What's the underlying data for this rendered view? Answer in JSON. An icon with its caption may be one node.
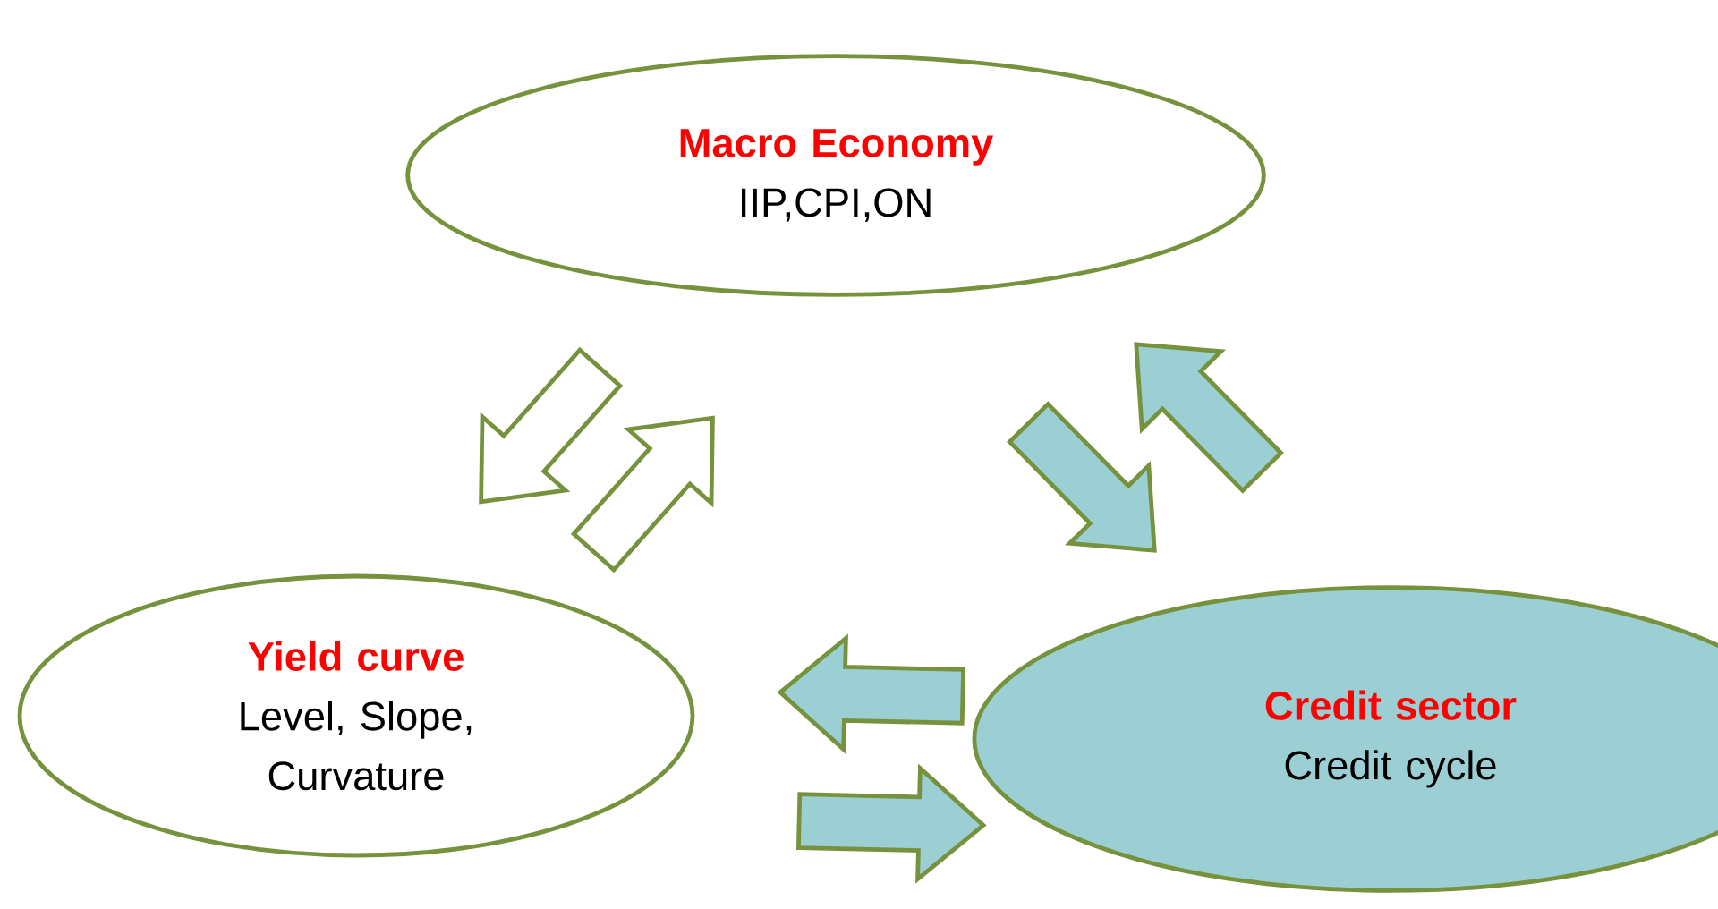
{
  "diagram": {
    "nodes": [
      {
        "text": [
          "Macro Economy",
          "IIP,CPI,ON"
        ]
      },
      {
        "text": [
          "Yield curve",
          "Level, Slope, Curvature"
        ]
      },
      {
        "text": [
          "Credit sector",
          "Credit cycle"
        ]
      }
    ],
    "edges": [
      {
        "from": 0,
        "to": 1,
        "arrow": "to",
        "color": "#ffffff"
      },
      {
        "from": 1,
        "to": 0,
        "arrow": "to",
        "color": "#ffffff"
      },
      {
        "from": 0,
        "to": 2,
        "arrow": "to"
      },
      {
        "from": 2,
        "to": 0,
        "arrow": "to"
      },
      {
        "from": 2,
        "to": 1,
        "arrow": "to"
      },
      {
        "from": 1,
        "to": 2,
        "arrow": "to"
      }
    ]
  }
}
